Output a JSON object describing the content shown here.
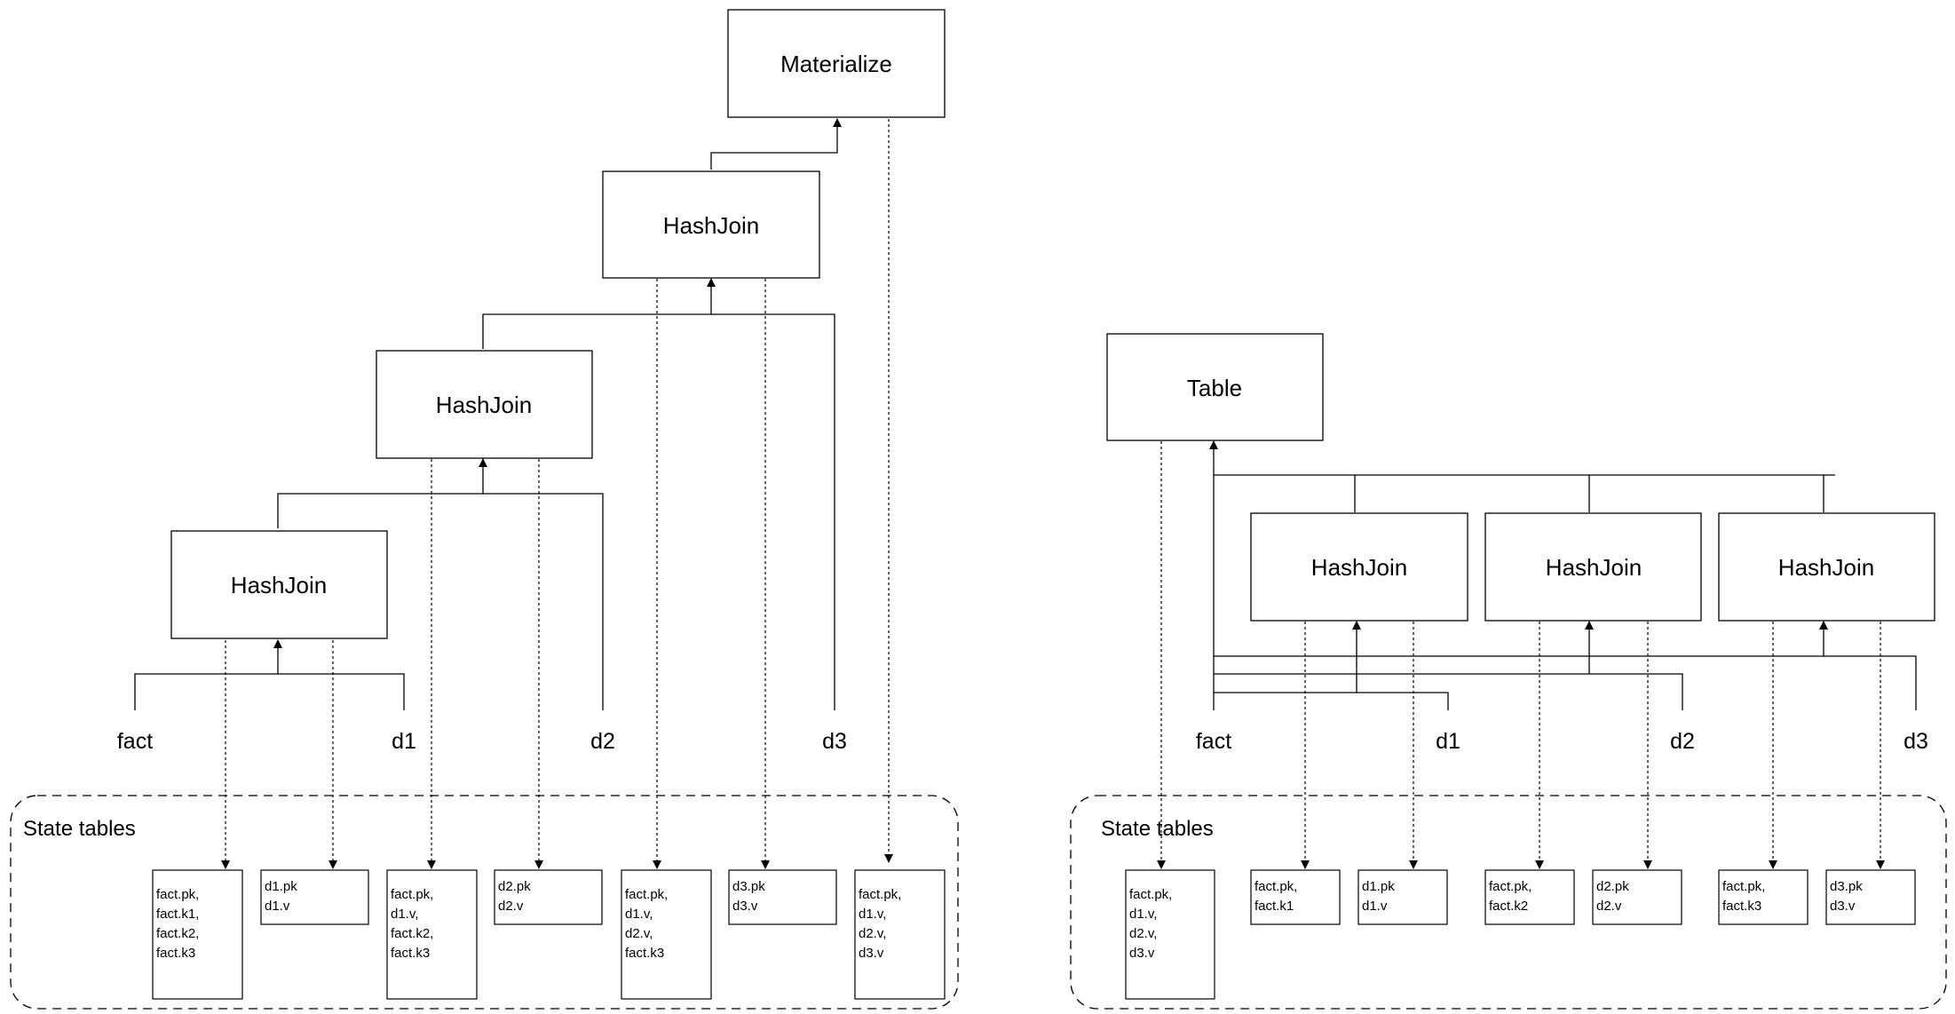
{
  "left": {
    "materialize": "Materialize",
    "hashjoin_1": "HashJoin",
    "hashjoin_2": "HashJoin",
    "hashjoin_3": "HashJoin",
    "sources": [
      "fact",
      "d1",
      "d2",
      "d3"
    ],
    "state_label": "State tables",
    "state_tables": [
      [
        "fact.pk,",
        "fact.k1,",
        "fact.k2,",
        "fact.k3"
      ],
      [
        "d1.pk",
        "d1.v"
      ],
      [
        "fact.pk,",
        "d1.v,",
        "fact.k2,",
        "fact.k3"
      ],
      [
        "d2.pk",
        "d2.v"
      ],
      [
        "fact.pk,",
        "d1.v,",
        "d2.v,",
        "fact.k3"
      ],
      [
        "d3.pk",
        "d3.v"
      ],
      [
        "fact.pk,",
        "d1.v,",
        "d2.v,",
        "d3.v"
      ]
    ]
  },
  "right": {
    "table": "Table",
    "hashjoin_1": "HashJoin",
    "hashjoin_2": "HashJoin",
    "hashjoin_3": "HashJoin",
    "sources": [
      "fact",
      "d1",
      "d2",
      "d3"
    ],
    "state_label": "State tables",
    "state_tables": [
      [
        "fact.pk,",
        "d1.v,",
        "d2.v,",
        "d3.v"
      ],
      [
        "fact.pk,",
        "fact.k1"
      ],
      [
        "d1.pk",
        "d1.v"
      ],
      [
        "fact.pk,",
        "fact.k2"
      ],
      [
        "d2.pk",
        "d2.v"
      ],
      [
        "fact.pk,",
        "fact.k3"
      ],
      [
        "d3.pk",
        "d3.v"
      ]
    ]
  }
}
